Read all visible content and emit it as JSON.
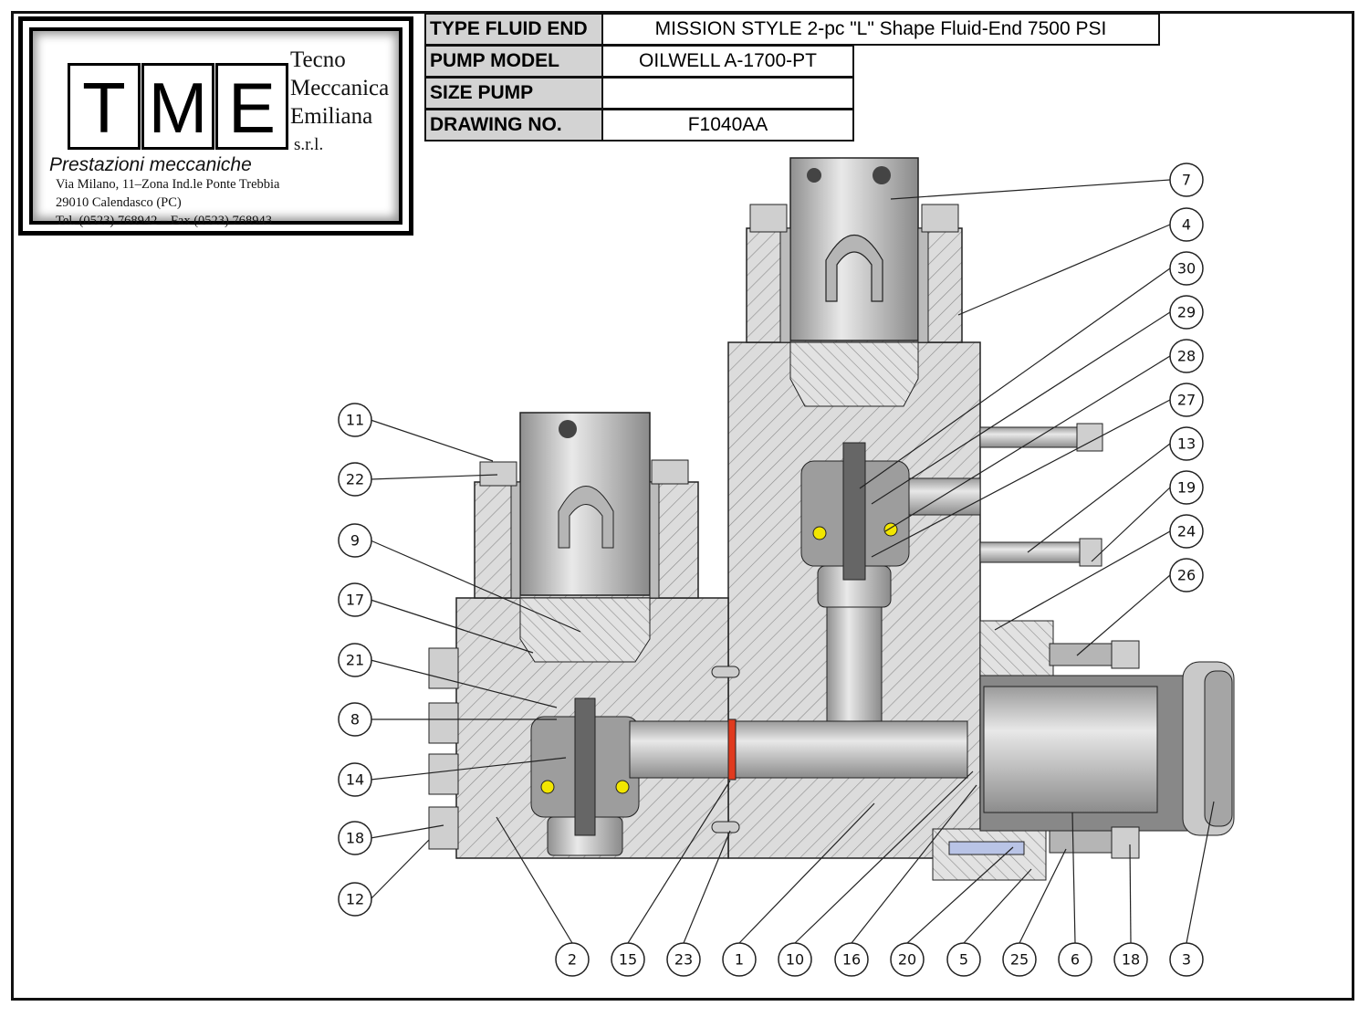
{
  "company": {
    "logo_letters": [
      "T",
      "M",
      "E"
    ],
    "name_lines": [
      "Tecno",
      "Meccanica",
      "Emiliana",
      "s.r.l."
    ],
    "tagline": "Prestazioni meccaniche",
    "address_lines": [
      "Via Milano, 11–Zona Ind.le Ponte Trebbia",
      "29010 Calendasco (PC)",
      "Tel. (0523) 768942 – Fax (0523) 768943"
    ]
  },
  "title_block": {
    "type_fluid_end_label": "TYPE FLUID END",
    "type_fluid_end_value": "MISSION STYLE   2-pc \"L\" Shape Fluid-End 7500 PSI",
    "pump_model_label": "PUMP MODEL",
    "pump_model_value": "OILWELL A-1700-PT",
    "size_pump_label": "SIZE PUMP",
    "size_pump_value": "",
    "drawing_no_label": "DRAWING NO.",
    "drawing_no_value": "F1040AA"
  },
  "balloons": {
    "right": [
      "7",
      "4",
      "30",
      "29",
      "28",
      "27",
      "13",
      "19",
      "24",
      "26"
    ],
    "left": [
      "11",
      "22",
      "9",
      "17",
      "21",
      "8",
      "14",
      "18",
      "12"
    ],
    "bottom": [
      "2",
      "15",
      "23",
      "1",
      "10",
      "16",
      "20",
      "5",
      "25",
      "6",
      "18",
      "3"
    ]
  },
  "colors": {
    "hatch": "#8a8a8a",
    "metal": "#cfcfcf",
    "seal": "#e03a1e",
    "marker": "#f2e600",
    "title_label_bg": "#d3d3d3"
  }
}
